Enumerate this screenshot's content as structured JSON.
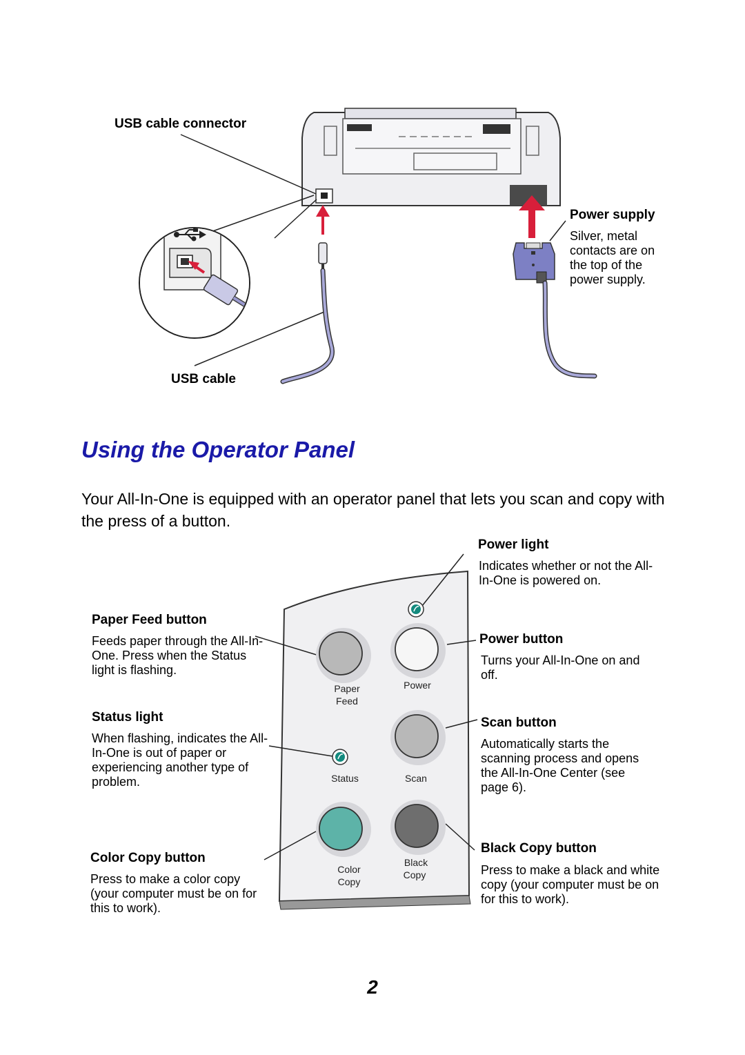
{
  "diagram_top": {
    "usb_connector_label": "USB cable connector",
    "usb_cable_label": "USB cable",
    "power_supply_label": "Power supply",
    "power_supply_desc": "Silver, metal contacts are on the top of the power supply."
  },
  "section": {
    "title": "Using the Operator Panel",
    "intro": "Your All-In-One is equipped with an operator panel that lets you scan and copy with the press of a button."
  },
  "panel": {
    "labels": {
      "paper_feed_line1": "Paper",
      "paper_feed_line2": "Feed",
      "power": "Power",
      "status": "Status",
      "scan": "Scan",
      "color_line1": "Color",
      "color_line2": "Copy",
      "black_line1": "Black",
      "black_line2": "Copy"
    },
    "colors": {
      "color_copy": "#5db3a8",
      "black_copy": "#6e6e6e",
      "power_button": "#f6f6f6",
      "gray_button": "#b8b8b8",
      "indicator_light": "#138a7e"
    }
  },
  "callouts": {
    "power_light": {
      "title": "Power light",
      "desc": "Indicates whether or not the All-In-One is powered on."
    },
    "paper_feed": {
      "title": "Paper Feed button",
      "desc": "Feeds paper through the All-In-One. Press when the Status light is flashing."
    },
    "power_button": {
      "title": "Power button",
      "desc": "Turns your All-In-One on and off."
    },
    "status_light": {
      "title": "Status light",
      "desc": "When flashing, indicates the All-In-One is out of paper or experiencing another type of problem."
    },
    "scan_button": {
      "title": "Scan button",
      "desc": "Automatically starts the scanning process and opens the All-In-One Center (see page 6)."
    },
    "color_copy": {
      "title": "Color Copy button",
      "desc": "Press to make a color copy (your computer must be on for this to work)."
    },
    "black_copy": {
      "title": "Black Copy button",
      "desc": "Press to make a black and white copy (your computer must be on for this to work)."
    }
  },
  "page_number": "2"
}
